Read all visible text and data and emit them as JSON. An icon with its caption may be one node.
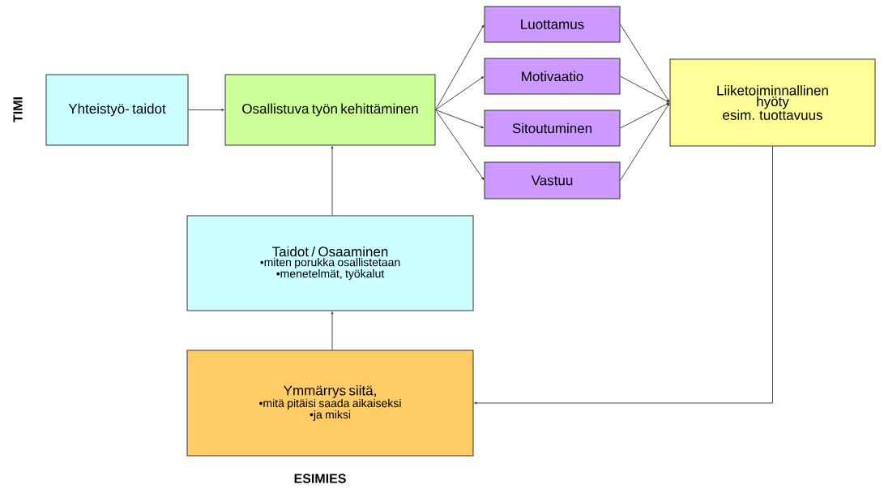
{
  "diagram": {
    "nodes": [
      {
        "text": [
          "Yhteistyö- taidot"
        ]
      },
      {
        "text": [
          "Osallistuva työn kehittäminen"
        ]
      },
      {
        "text": [
          "Luottamus"
        ]
      },
      {
        "text": [
          "Motivaatio"
        ]
      },
      {
        "text": [
          "Sitoutuminen"
        ]
      },
      {
        "text": [
          "Vastuu"
        ]
      },
      {
        "text": [
          "Liiketoiminnallinen hyöty",
          "esim. tuottavuus"
        ]
      },
      {
        "text": [
          "Taidot / Osaaminen",
          "•miten porukka osallistetaan",
          "•menetelmät, työkalut"
        ]
      },
      {
        "text": [
          "Ymmärrys siitä,",
          "•mitä pitäisi saada aikaiseksi",
          "•ja miksi"
        ]
      }
    ],
    "edges": [
      {
        "from": 0,
        "to": 1,
        "arrow": "to"
      },
      {
        "from": 1,
        "to": 2,
        "arrow": "to"
      },
      {
        "from": 1,
        "to": 3,
        "arrow": "to"
      },
      {
        "from": 1,
        "to": 4,
        "arrow": "to"
      },
      {
        "from": 1,
        "to": 5,
        "arrow": "to"
      },
      {
        "from": 2,
        "to": 6,
        "arrow": "to"
      },
      {
        "from": 3,
        "to": 6,
        "arrow": "to"
      },
      {
        "from": 4,
        "to": 6,
        "arrow": "to"
      },
      {
        "from": 5,
        "to": 6,
        "arrow": "to"
      },
      {
        "from": 6,
        "to": 8,
        "arrow": "to"
      },
      {
        "from": 8,
        "to": 7,
        "arrow": "to"
      },
      {
        "from": 7,
        "to": 1,
        "arrow": "to"
      }
    ],
    "labels": [
      "TIMI",
      "ESIMIES"
    ]
  }
}
